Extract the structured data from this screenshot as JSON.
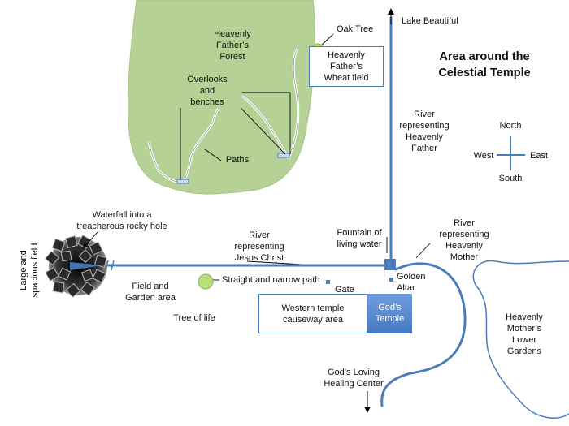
{
  "title": [
    "Area around the",
    "Celestial Temple"
  ],
  "labels": {
    "forest": [
      "Heavenly",
      "Father’s",
      "Forest"
    ],
    "overlooks": [
      "Overlooks",
      "and",
      "benches"
    ],
    "paths": "Paths",
    "oak_tree": "Oak Tree",
    "wheat_field": [
      "Heavenly",
      "Father’s",
      "Wheat field"
    ],
    "lake": "Lake Beautiful",
    "river_father": [
      "River",
      "representing",
      "Heavenly",
      "Father"
    ],
    "compass": {
      "north": "North",
      "south": "South",
      "east": "East",
      "west": "West"
    },
    "waterfall": [
      "Waterfall into a",
      "treacherous rocky hole"
    ],
    "spacious_field": [
      "Large and",
      "spacious field"
    ],
    "river_christ": [
      "River",
      "representing",
      "Jesus Christ"
    ],
    "fountain": [
      "Fountain of",
      "living water"
    ],
    "river_mother": [
      "River",
      "representing",
      "Heavenly",
      "Mother"
    ],
    "field_garden": [
      "Field and",
      "Garden area"
    ],
    "straight_path": "Straight and narrow path",
    "gate": "Gate",
    "golden_altar": [
      "Golden",
      "Altar"
    ],
    "tree_of_life": "Tree of life",
    "causeway": [
      "Western temple",
      "causeway  area"
    ],
    "gods_temple": [
      "God’s",
      "Temple"
    ],
    "healing_center": [
      "God’s Loving",
      "Healing Center"
    ],
    "mother_gardens": [
      "Heavenly",
      "Mother’s",
      "Lower",
      "Gardens"
    ]
  },
  "colors": {
    "forest": "#b5d196",
    "river": "#4a7ebb",
    "temple": "#4678c2",
    "tree": "#b8e07a",
    "path": "#ffffff"
  }
}
